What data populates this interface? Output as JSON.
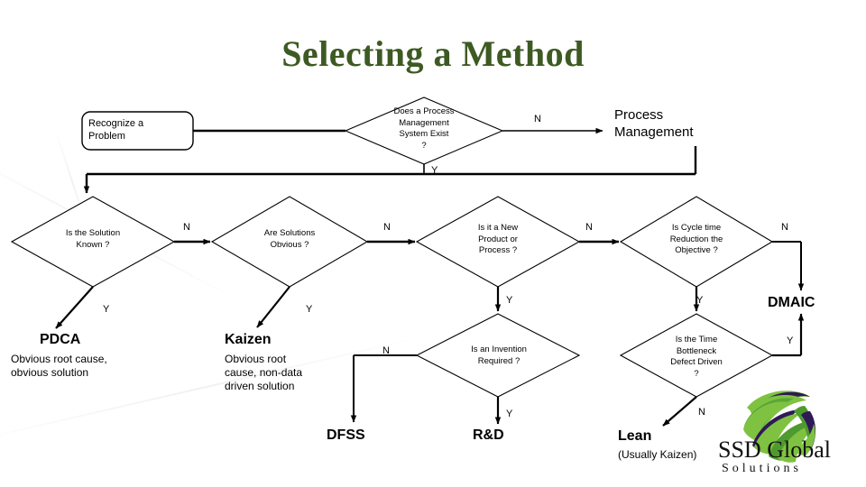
{
  "slide": {
    "title": "Selecting a Method",
    "title_color": "#3d5a22",
    "background": "#ffffff",
    "line_color": "#000000"
  },
  "start_box": {
    "label": "Recognize a\nProblem",
    "shape": "rounded-rectangle"
  },
  "decisions": [
    {
      "id": "process-management-system",
      "text": "Does a Process\nManagement\nSystem Exist\n?",
      "yes_label": "Y",
      "no_label": "N"
    },
    {
      "id": "solution-known",
      "text": "Is the Solution\nKnown     ?",
      "yes_label": "Y",
      "no_label": "N"
    },
    {
      "id": "solutions-obvious",
      "text": "Are Solutions\nObvious  ?",
      "yes_label": "Y",
      "no_label": "N"
    },
    {
      "id": "new-product-or-process",
      "text": "Is it a New\nProduct or\nProcess   ?",
      "yes_label": "Y",
      "no_label": "N"
    },
    {
      "id": "cycle-time-reduction",
      "text": "Is Cycle time\nReduction the\nObjective  ?",
      "yes_label": "Y",
      "no_label": "N"
    },
    {
      "id": "invention-required",
      "text": "Is an Invention\nRequired      ?",
      "yes_label": "Y",
      "no_label": "N"
    },
    {
      "id": "time-bottleneck-defect-driven",
      "text": "Is the  Time\nBottleneck\nDefect Driven\n?",
      "yes_label": "Y",
      "no_label": "N"
    }
  ],
  "outcomes": [
    {
      "id": "process-management",
      "label": "Process\nManagement",
      "sub": ""
    },
    {
      "id": "pdca",
      "label": "PDCA",
      "sub": "Obvious root cause,\nobvious solution"
    },
    {
      "id": "kaizen",
      "label": "Kaizen",
      "sub": "Obvious root\ncause, non-data\ndriven solution"
    },
    {
      "id": "dfss",
      "label": "DFSS",
      "sub": ""
    },
    {
      "id": "rnd",
      "label": "R&D",
      "sub": ""
    },
    {
      "id": "dmaic",
      "label": "DMAIC",
      "sub": ""
    },
    {
      "id": "lean",
      "label": "Lean",
      "sub": "(Usually Kaizen)"
    }
  ],
  "branch_labels": {
    "pms_no": "N",
    "pms_yes": "Y",
    "solution_known_no": "N",
    "solution_known_yes": "Y",
    "solutions_obvious_no": "N",
    "solutions_obvious_yes": "Y",
    "new_product_no": "N",
    "new_product_yes": "Y",
    "cycle_time_no": "N",
    "cycle_time_yes": "Y",
    "invention_no": "N",
    "invention_yes": "Y",
    "bottleneck_no": "N",
    "bottleneck_yes": "Y"
  },
  "logo": {
    "name": "SSD Global",
    "tagline": "Solutions",
    "colors": {
      "green_light": "#7fc241",
      "green_dark": "#4e9a2f",
      "purple": "#2e1a56"
    }
  }
}
